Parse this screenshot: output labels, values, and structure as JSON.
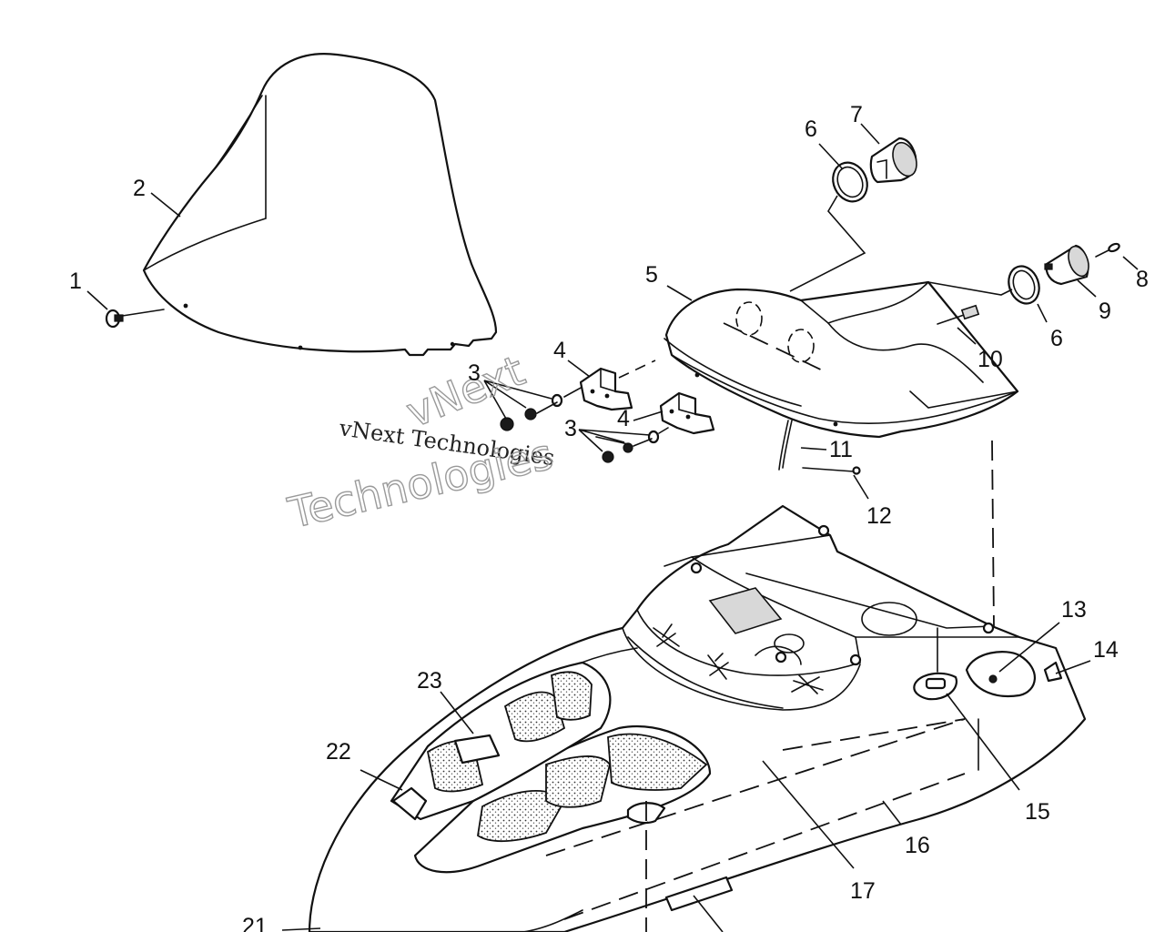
{
  "watermark": {
    "line_small": "vNext Technologies",
    "line_big_1": "vNext",
    "line_big_2": "Technologies"
  },
  "callouts": [
    {
      "id": "1",
      "label": "1"
    },
    {
      "id": "2",
      "label": "2"
    },
    {
      "id": "3a",
      "label": "3"
    },
    {
      "id": "3b",
      "label": "3"
    },
    {
      "id": "4a",
      "label": "4"
    },
    {
      "id": "4b",
      "label": "4"
    },
    {
      "id": "5",
      "label": "5"
    },
    {
      "id": "6a",
      "label": "6"
    },
    {
      "id": "6b",
      "label": "6"
    },
    {
      "id": "7",
      "label": "7"
    },
    {
      "id": "8",
      "label": "8"
    },
    {
      "id": "9",
      "label": "9"
    },
    {
      "id": "10",
      "label": "10"
    },
    {
      "id": "11",
      "label": "11"
    },
    {
      "id": "12",
      "label": "12"
    },
    {
      "id": "13",
      "label": "13"
    },
    {
      "id": "14",
      "label": "14"
    },
    {
      "id": "15",
      "label": "15"
    },
    {
      "id": "16",
      "label": "16"
    },
    {
      "id": "17",
      "label": "17"
    },
    {
      "id": "21",
      "label": "21"
    },
    {
      "id": "22",
      "label": "22"
    },
    {
      "id": "23",
      "label": "23"
    }
  ]
}
